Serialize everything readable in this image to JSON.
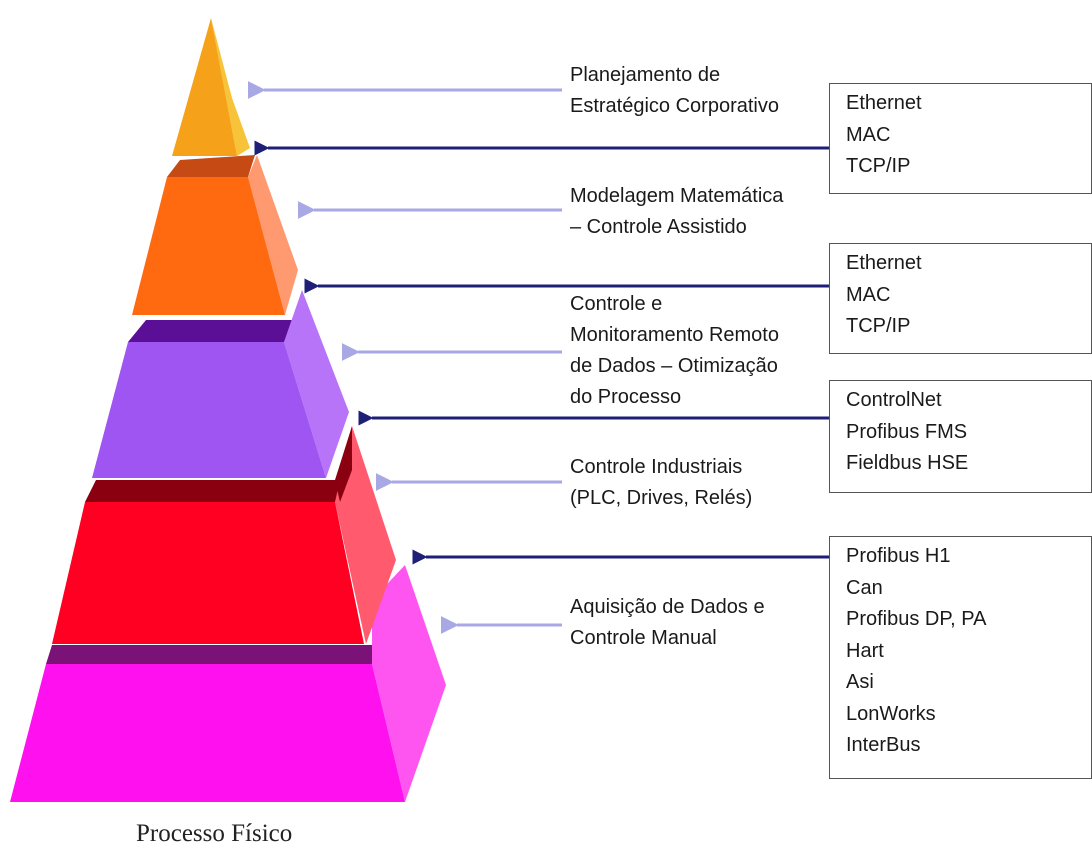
{
  "levels": [
    {
      "label": "Planejamento de\nEstratégico Corporativo",
      "color": "#f5a21a",
      "side_color": "#f7c338",
      "top_color": "#f0b030"
    },
    {
      "label": "Modelagem Matemática\n– Controle Assistido",
      "color": "#ff6a10",
      "side_color": "#ff9a70",
      "top_color": "#c54a14"
    },
    {
      "label": "Controle e\nMonitoramento Remoto\nde Dados – Otimização\ndo Processo",
      "color": "#9f55f2",
      "side_color": "#b774f8",
      "top_color": "#5a0f96"
    },
    {
      "label": "Controle Industriais\n(PLC, Drives, Relés)",
      "color": "#ff0022",
      "side_color": "#ff5a6e",
      "top_color": "#8a0010"
    },
    {
      "label": "Aquisição de Dados e\nControle Manual",
      "color": "#ff10ee",
      "side_color": "#ff55f0",
      "top_color": "#7a1278"
    }
  ],
  "protocol_boxes": [
    {
      "items": [
        "Ethernet",
        "MAC",
        "TCP/IP"
      ]
    },
    {
      "items": [
        "Ethernet",
        "MAC",
        "TCP/IP"
      ]
    },
    {
      "items": [
        "ControlNet",
        "Profibus FMS",
        "Fieldbus HSE"
      ]
    },
    {
      "items": [
        "Profibus H1",
        "Can",
        "Profibus DP, PA",
        "Hart",
        "Asi",
        "LonWorks",
        "InterBus"
      ]
    }
  ],
  "base_label": "Processo Físico",
  "colors": {
    "light_arrow": "#a8a8e4",
    "dark_arrow": "#1f1f78",
    "box_border": "#555555"
  }
}
